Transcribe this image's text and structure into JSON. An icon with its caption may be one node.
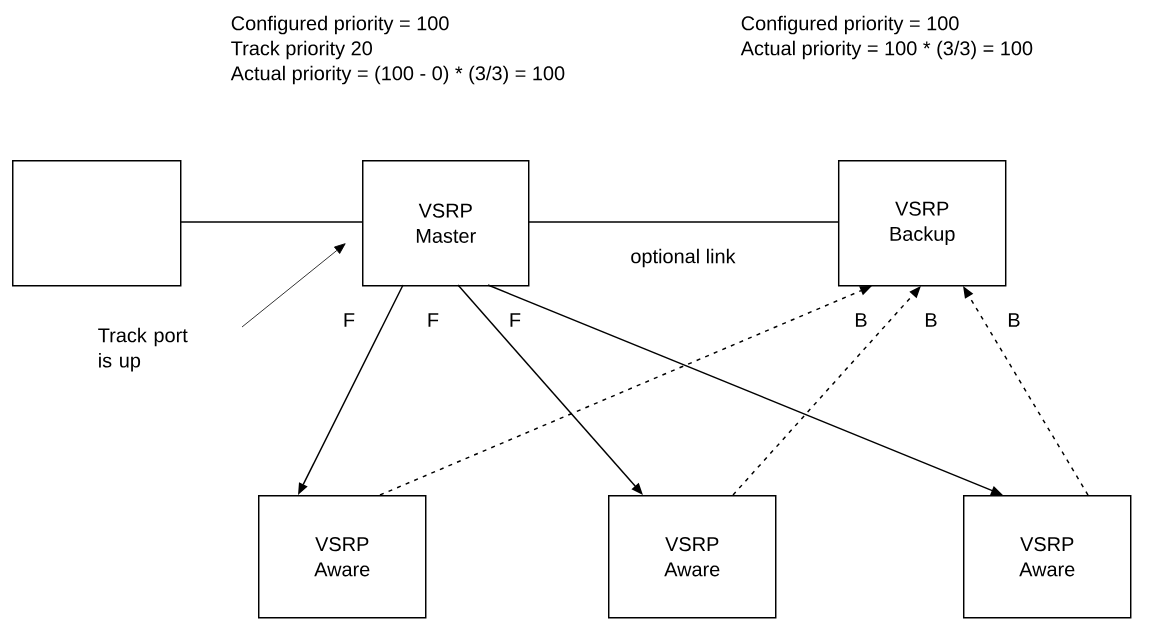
{
  "diagram": {
    "nodes": [
      {
        "text": [],
        "shape": "box"
      },
      {
        "text": [
          "VSRP Master"
        ],
        "beside": [
          "Configured priority = 100",
          "Track priority 20",
          "Actual priority = (100 - 0) * (3/3) = 100"
        ]
      },
      {
        "text": [
          "VSRP Backup"
        ],
        "beside": [
          "Configured priority = 100",
          "Actual priority = 100 * (3/3) = 100"
        ]
      },
      {
        "text": [
          "VSRP Aware"
        ]
      },
      {
        "text": [
          "VSRP Aware"
        ]
      },
      {
        "text": [
          "VSRP Aware"
        ]
      },
      {
        "text": [
          "Track port is up"
        ]
      }
    ],
    "edges": [
      {
        "from": 0,
        "to": 1,
        "arrow": "none"
      },
      {
        "from": 1,
        "to": 2,
        "arrow": "none",
        "label": "optional link"
      },
      {
        "from": 1,
        "to": 3,
        "arrow": "to",
        "label": "F"
      },
      {
        "from": 1,
        "to": 4,
        "arrow": "to",
        "label": "F"
      },
      {
        "from": 1,
        "to": 5,
        "arrow": "to",
        "label": "F"
      },
      {
        "from": 3,
        "to": 2,
        "arrow": "to",
        "label": "B",
        "style": "dashed"
      },
      {
        "from": 4,
        "to": 2,
        "arrow": "to",
        "label": "B",
        "style": "dashed"
      },
      {
        "from": 5,
        "to": 2,
        "arrow": "to",
        "label": "B",
        "style": "dashed"
      },
      {
        "from": 6,
        "to": 1,
        "arrow": "to"
      }
    ]
  }
}
